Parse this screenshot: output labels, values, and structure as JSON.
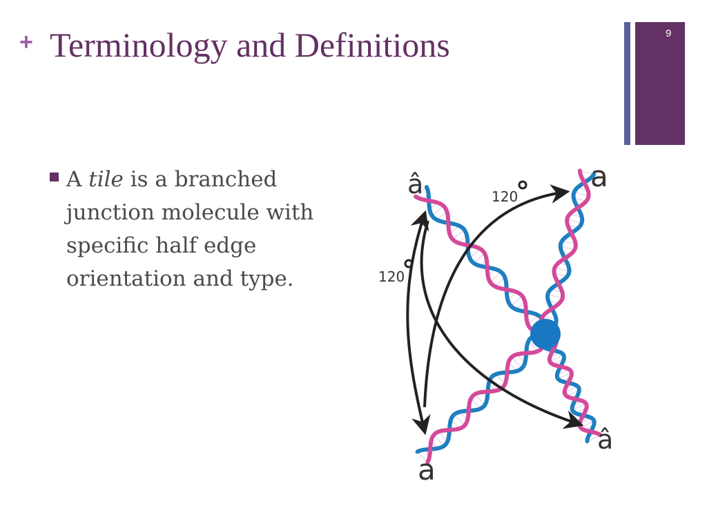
{
  "slide": {
    "plus": "+",
    "title": "Terminology and Definitions",
    "number": "9"
  },
  "bullet": {
    "prefix": "A ",
    "term": "tile",
    "rest": "  is a branched junction molecule with specific half edge orientation and type."
  },
  "diagram": {
    "label_top_left": "â",
    "label_top_right": "a",
    "label_bottom_left": "a",
    "label_bottom_right": "â",
    "angle_top": "120",
    "angle_left": "120"
  },
  "colors": {
    "accent_purple": "#633163",
    "accent_blue": "#5b5f9b",
    "plus": "#9b5fa8",
    "strand_blue": "#1f7fc0",
    "strand_pink": "#d44a9a",
    "arrow": "#222222",
    "node": "#1a78c2"
  }
}
